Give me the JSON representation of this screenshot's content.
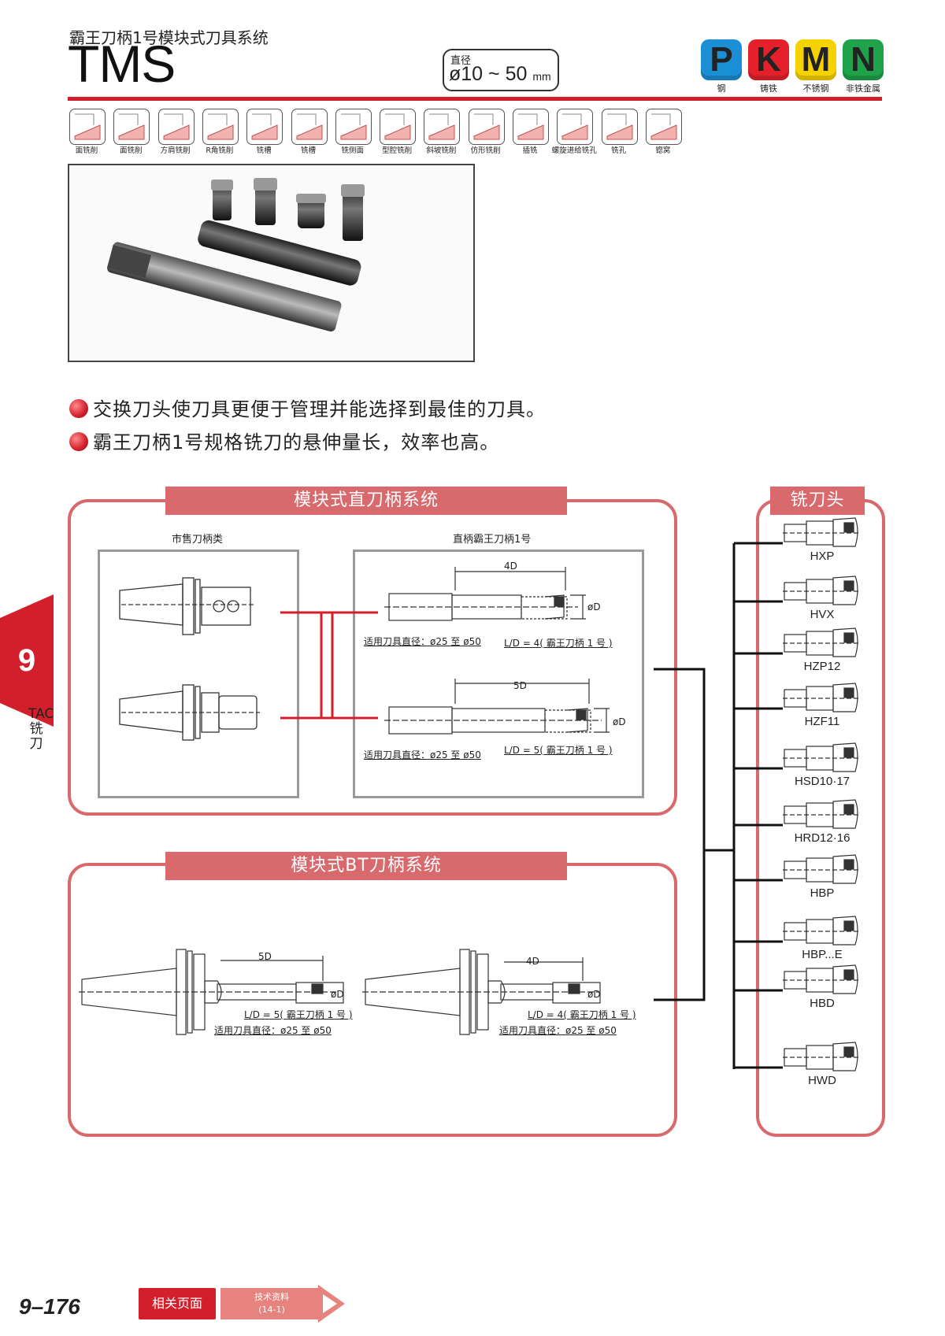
{
  "header": {
    "subtitle": "霸王刀柄1号模块式刀具系统",
    "title": "TMS",
    "diameter_label": "直径",
    "diameter_value": "ø10 ~ 50",
    "diameter_unit": "mm"
  },
  "materials": [
    {
      "letter": "P",
      "label": "钢",
      "color": "#1a8fd6"
    },
    {
      "letter": "K",
      "label": "铸铁",
      "color": "#e4212b"
    },
    {
      "letter": "M",
      "label": "不锈钢",
      "color": "#f6d200"
    },
    {
      "letter": "N",
      "label": "非铁金属",
      "color": "#1fa24a"
    }
  ],
  "operations": [
    {
      "label": "面铣削",
      "icon": "face-milling-icon"
    },
    {
      "label": "面铣削",
      "icon": "face-milling-2-icon"
    },
    {
      "label": "方肩铣削",
      "icon": "shoulder-milling-icon"
    },
    {
      "label": "R角铣削",
      "icon": "corner-radius-milling-icon"
    },
    {
      "label": "铣槽",
      "icon": "slotting-icon"
    },
    {
      "label": "铣槽",
      "icon": "slotting-r-icon"
    },
    {
      "label": "铣侧面",
      "icon": "side-milling-icon"
    },
    {
      "label": "型腔铣削",
      "icon": "pocket-milling-icon"
    },
    {
      "label": "斜坡铣削",
      "icon": "ramping-icon"
    },
    {
      "label": "仿形铣削",
      "icon": "copy-milling-icon"
    },
    {
      "label": "插铣",
      "icon": "plunge-milling-icon"
    },
    {
      "label": "螺旋进给铣孔",
      "icon": "helical-milling-icon"
    },
    {
      "label": "铣孔",
      "icon": "hole-milling-icon"
    },
    {
      "label": "锪窝",
      "icon": "counterbore-icon"
    }
  ],
  "bullets": [
    "交换刀头使刀具更便于管理并能选择到最佳的刀具。",
    "霸王刀柄1号规格铣刀的悬伸量长，效率也高。"
  ],
  "straight_system": {
    "title": "模块式直刀柄系统",
    "commercial_label": "市售刀柄类",
    "straight_label": "直柄霸王刀柄1号",
    "tools": [
      {
        "length": "4D",
        "dia": "øD",
        "range": "适用刀具直径：ø25 至 ø50",
        "ld": "L/D = 4( 霸王刀柄 1 号 )"
      },
      {
        "length": "5D",
        "dia": "øD",
        "range": "适用刀具直径：ø25 至 ø50",
        "ld": "L/D = 5( 霸王刀柄 1 号 )"
      }
    ]
  },
  "bt_system": {
    "title": "模块式BT刀柄系统",
    "tools": [
      {
        "length": "5D",
        "dia": "øD",
        "ld": "L/D = 5( 霸王刀柄 1 号 )",
        "range": "适用刀具直径：ø25 至 ø50"
      },
      {
        "length": "4D",
        "dia": "øD",
        "ld": "L/D = 4( 霸王刀柄 1 号 )",
        "range": "适用刀具直径：ø25 至 ø50"
      }
    ]
  },
  "cutter_heads": {
    "title": "铣刀头",
    "items": [
      "HXP",
      "HVX",
      "HZP12",
      "HZF11",
      "HSD10·17",
      "HRD12·16",
      "HBP",
      "HBP...E",
      "HBD",
      "HWD"
    ]
  },
  "side_tab": {
    "number": "9",
    "text": "TAC铣刀"
  },
  "footer": {
    "page_number": "9–176",
    "related_label": "相关页面",
    "tech_label": "技术资料",
    "tech_ref": "(14-1)"
  }
}
